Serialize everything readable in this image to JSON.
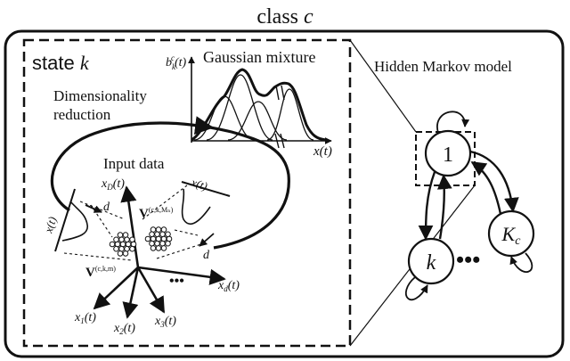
{
  "title": {
    "main": "class",
    "italic": "c"
  },
  "state_box": {
    "label_main": "state",
    "label_italic": "k"
  },
  "gmm": {
    "axis_label_b": "b",
    "axis_label_b_sub": "k",
    "axis_label_b_sup": "c",
    "axis_label_b_arg": "(t)",
    "title": "Gaussian mixture",
    "axis_label_x": "x(t)"
  },
  "dim_reduction": {
    "line1": "Dimensionality",
    "line2": "reduction"
  },
  "input_data": {
    "title": "Input data",
    "xD": "x",
    "xD_sub": "D",
    "xD_arg": "(t)",
    "xd": "x",
    "xd_sub": "d",
    "xd_arg": "(t)",
    "x1": "x",
    "x1_sub": "1",
    "x1_arg": "(t)",
    "x2": "x",
    "x2_sub": "2",
    "x2_arg": "(t)",
    "x3": "x",
    "x3_sub": "3",
    "x3_arg": "(t)",
    "V_left": "V",
    "V_left_sup": "(c,k,m)",
    "V_right": "V",
    "V_right_sup": "(c,k,Mₙ)",
    "ellipsis": "•••",
    "proj_left": "x(t)",
    "proj_right": "x(t)",
    "d_left": "d",
    "d_right": "d"
  },
  "hmm": {
    "title": "Hidden Markov model",
    "node_1": "1",
    "node_k": "k",
    "node_Kc_main": "K",
    "node_Kc_sub": "c",
    "ellipsis": "•••"
  }
}
